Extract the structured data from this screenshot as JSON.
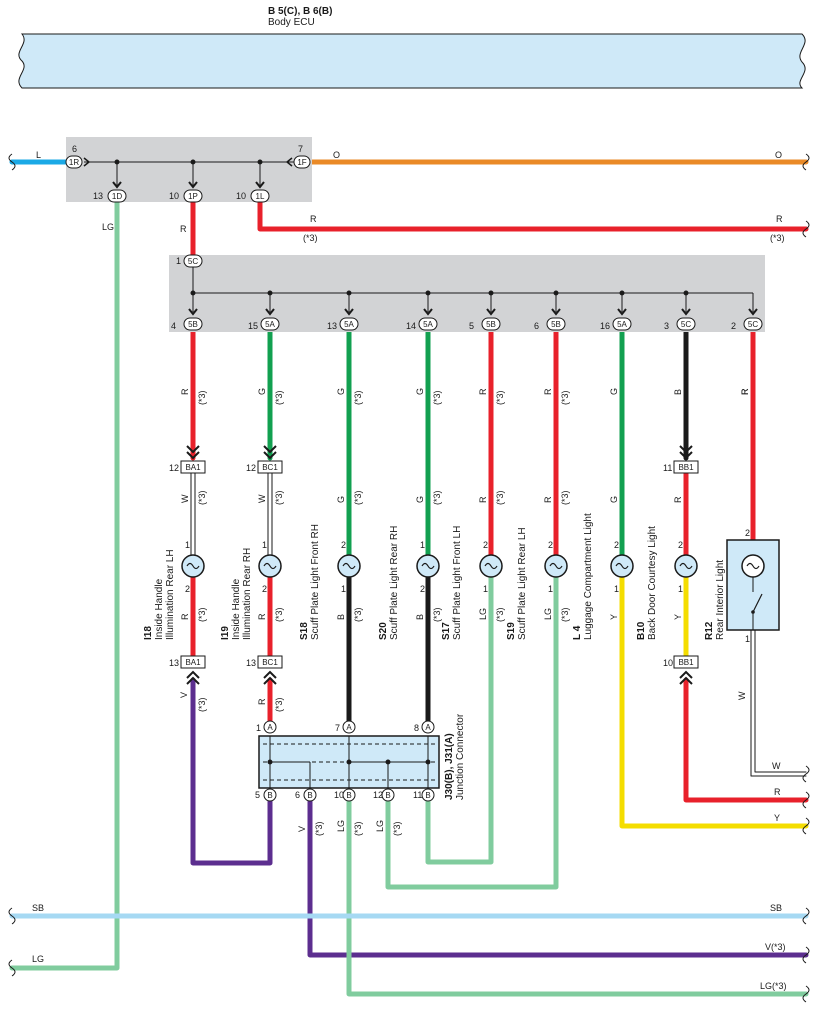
{
  "colors": {
    "red": "#e8212b",
    "green": "#12a050",
    "lightgreen": "#80cc9e",
    "blue": "#1ba9e6",
    "skyblue": "#a6d9f3",
    "orange": "#ea8a27",
    "purple": "#5c2e8f",
    "yellow": "#f4dd00",
    "black": "#1a1a1a",
    "ecu_fill": "#cfe9f8",
    "jb_fill": "#d2d3d5",
    "lamp_fill": "#cfe9f8"
  },
  "body_ecu": {
    "code": "B 5(C), B 6(B)",
    "name": "Body ECU"
  },
  "upper_jb": {
    "left_connector": {
      "pin": "6",
      "code": "1R",
      "wire": "L"
    },
    "right_connector": {
      "pin": "7",
      "code": "1F",
      "wire_left": "O",
      "wire_right": "O"
    },
    "outputs": [
      {
        "pin": "13",
        "code": "1D",
        "wire": "LG"
      },
      {
        "pin": "10",
        "code": "1P",
        "wire": "R"
      },
      {
        "pin": "10",
        "code": "1L",
        "wire": "R",
        "note": "(*3)"
      }
    ]
  },
  "lower_jb": {
    "input": {
      "pin": "1",
      "code": "5C",
      "wire": "R"
    },
    "outputs": [
      {
        "pin": "4",
        "code": "5B",
        "wire": "R",
        "note": "(*3)"
      },
      {
        "pin": "15",
        "code": "5A",
        "wire": "G",
        "note": "(*3)"
      },
      {
        "pin": "13",
        "code": "5A",
        "wire": "G",
        "note": "(*3)"
      },
      {
        "pin": "14",
        "code": "5A",
        "wire": "G",
        "note": "(*3)"
      },
      {
        "pin": "5",
        "code": "5B",
        "wire": "R",
        "note": "(*3)"
      },
      {
        "pin": "6",
        "code": "5B",
        "wire": "R",
        "note": "(*3)"
      },
      {
        "pin": "16",
        "code": "5A",
        "wire": "G"
      },
      {
        "pin": "3",
        "code": "5C",
        "wire": "B"
      },
      {
        "pin": "2",
        "code": "5C",
        "wire": "R"
      }
    ]
  },
  "connectors": {
    "ba1_top": {
      "pin": "12",
      "code": "BA1"
    },
    "bc1_top": {
      "pin": "12",
      "code": "BC1"
    },
    "bb1_top": {
      "pin": "11",
      "code": "BB1"
    },
    "ba1_bot": {
      "pin": "13",
      "code": "BA1"
    },
    "bc1_bot": {
      "pin": "13",
      "code": "BC1"
    },
    "bb1_bot": {
      "pin": "10",
      "code": "BB1"
    }
  },
  "lamps": [
    {
      "id": "I18",
      "name1": "Inside Handle",
      "name2": "Illumination Rear LH",
      "pin_top": "1",
      "pin_bot": "2",
      "wire_top": "W",
      "wire_bot": "R",
      "note": "(*3)"
    },
    {
      "id": "I19",
      "name1": "Inside Handle",
      "name2": "Illumination Rear RH",
      "pin_top": "1",
      "pin_bot": "2",
      "wire_top": "W",
      "wire_bot": "R",
      "note": "(*3)"
    },
    {
      "id": "S18",
      "name1": "Scuff Plate Light Front RH",
      "pin_top": "2",
      "pin_bot": "1",
      "wire_top": "G",
      "wire_bot": "B",
      "note": "(*3)"
    },
    {
      "id": "S20",
      "name1": "Scuff Plate Light Rear RH",
      "pin_top": "1",
      "pin_bot": "2",
      "wire_top": "G",
      "wire_bot": "B",
      "note": "(*3)"
    },
    {
      "id": "S17",
      "name1": "Scuff Plate Light Front LH",
      "pin_top": "2",
      "pin_bot": "1",
      "wire_top": "R",
      "wire_bot": "LG",
      "note": "(*3)"
    },
    {
      "id": "S19",
      "name1": "Scuff Plate Light Rear LH",
      "pin_top": "2",
      "pin_bot": "1",
      "wire_top": "R",
      "wire_bot": "LG",
      "note": "(*3)"
    },
    {
      "id": "L 4",
      "name1": "Luggage Compartment Light",
      "pin_top": "2",
      "pin_bot": "1",
      "wire_top": "G",
      "wire_bot": "Y"
    },
    {
      "id": "B10",
      "name1": "Back Door Courtesy Light",
      "pin_top": "2",
      "pin_bot": "1",
      "wire_top": "R",
      "wire_bot": "Y"
    },
    {
      "id": "R12",
      "name1": "Rear Interior Light",
      "pin_top": "2",
      "pin_bot": "1",
      "wire_top": "R",
      "wire_bot": "W"
    }
  ],
  "junction": {
    "code": "J30(B), J31(A)",
    "name": "Junction Connector",
    "top_pins": [
      {
        "pin": "1",
        "code": "A",
        "wire": "R",
        "note": "(*3)"
      },
      {
        "pin": "7",
        "code": "A"
      },
      {
        "pin": "8",
        "code": "A"
      }
    ],
    "bottom_pins": [
      {
        "pin": "5",
        "code": "B"
      },
      {
        "pin": "6",
        "code": "B",
        "wire": "V",
        "note": "(*3)"
      },
      {
        "pin": "10",
        "code": "B",
        "wire": "LG",
        "note": "(*3)"
      },
      {
        "pin": "12",
        "code": "B",
        "wire": "LG",
        "note": "(*3)"
      },
      {
        "pin": "11",
        "code": "B"
      }
    ]
  },
  "misc_labels": {
    "ba1_v": "V",
    "ba1_v_note": "(*3)",
    "r12_w": "W"
  },
  "right_edge": {
    "w": "W",
    "r": "R",
    "y": "Y",
    "sb": "SB",
    "v": "V(*3)",
    "lg": "LG(*3)"
  },
  "left_edge": {
    "sb": "SB",
    "lg": "LG"
  }
}
